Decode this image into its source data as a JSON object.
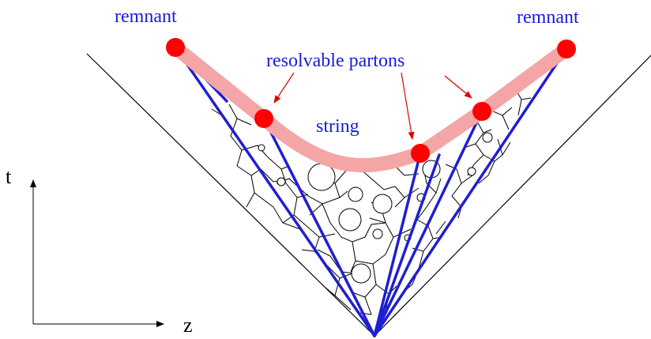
{
  "labels": {
    "remnant_left": "remnant",
    "remnant_right": "remnant",
    "resolvable_partons": "resolvable partons",
    "string": "string",
    "axis_t": "t",
    "axis_z": "z"
  },
  "colors": {
    "parton_lines": "#1f1fd1",
    "string_band": "#f4a6a6",
    "parton_dots": "#ff0000",
    "arrows": "#e00000",
    "labels": "#1a1adb",
    "ink": "#000000"
  }
}
